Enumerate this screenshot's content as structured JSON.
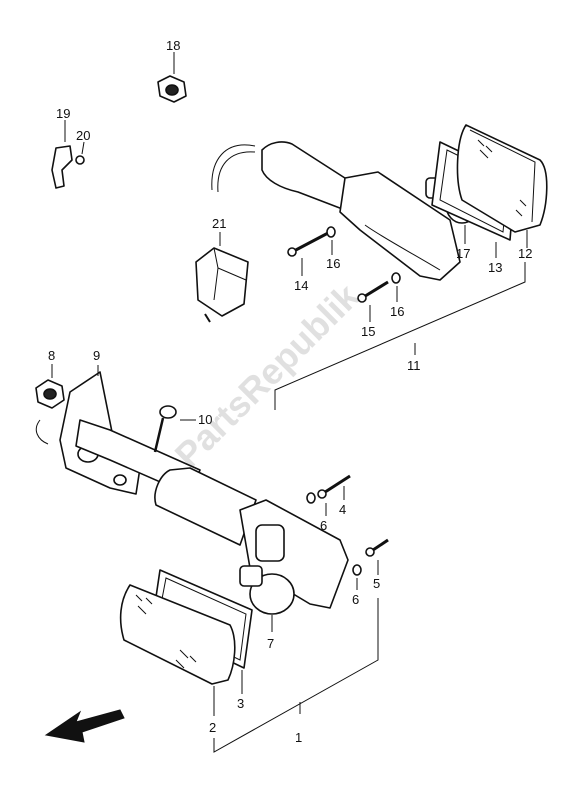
{
  "watermark": "PartsRepublik",
  "callouts": {
    "c1": "1",
    "c2": "2",
    "c3": "3",
    "c4": "4",
    "c5": "5",
    "c6a": "6",
    "c6b": "6",
    "c7": "7",
    "c8": "8",
    "c9": "9",
    "c10": "10",
    "c11": "11",
    "c12": "12",
    "c13": "13",
    "c14": "14",
    "c15": "15",
    "c16a": "16",
    "c16b": "16",
    "c17": "17",
    "c18": "18",
    "c19": "19",
    "c20": "20",
    "c21": "21"
  },
  "icons": {
    "direction_arrow": "arrow-front-left-icon"
  }
}
